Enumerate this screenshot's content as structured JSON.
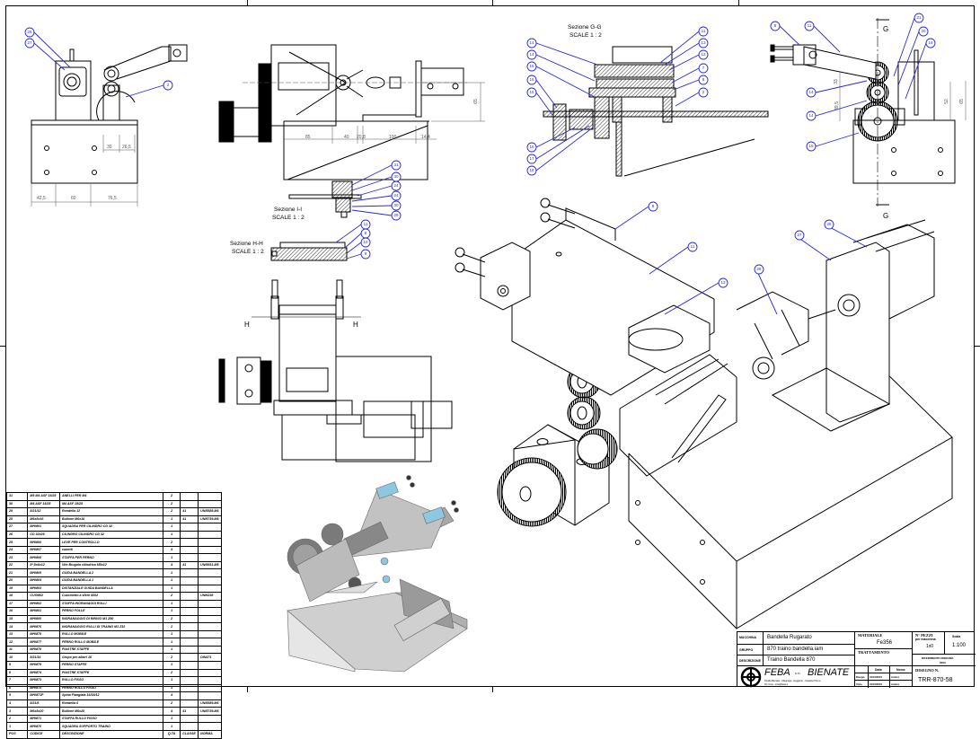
{
  "drawing": {
    "section_labels": {
      "g": {
        "title": "Sezione G-G",
        "scale": "SCALE 1 : 2"
      },
      "i": {
        "title": "Sezione I-I",
        "scale": "SCALE 1 : 2"
      },
      "h": {
        "title": "Sezione H-H",
        "scale": "SCALE 1 : 2"
      }
    },
    "cut_markers": {
      "g_top": "G",
      "g_bottom": "G",
      "h_left": "H",
      "h_right": "H"
    },
    "dimensions": {
      "front_view": [
        "42,5",
        "60",
        "76,5",
        "30",
        "26,5"
      ],
      "top_view": [
        "85",
        "40",
        "20,8",
        "100",
        "14,4",
        "65"
      ],
      "side_view": [
        "33",
        "39,5",
        "52",
        "65"
      ]
    },
    "balloons": {
      "front_view": [
        "26",
        "27",
        "2"
      ],
      "section_g": [
        "14",
        "14",
        "15",
        "15",
        "15",
        "16",
        "17",
        "18",
        "11",
        "13",
        "12",
        "7",
        "8",
        "2"
      ],
      "section_i": [
        "31",
        "30",
        "24",
        "24",
        "30",
        "29"
      ],
      "section_h": [
        "11",
        "8",
        "10",
        "9"
      ],
      "side_view": [
        "8",
        "11",
        "14",
        "14",
        "15",
        "21",
        "20",
        "19"
      ],
      "iso_view": [
        "8",
        "11",
        "13",
        "26",
        "27",
        "28"
      ]
    }
  },
  "bom": {
    "rows": [
      [
        "31",
        "M5 M4 ASF 15/25",
        "ANELLI PER M4",
        "2",
        "",
        ""
      ],
      [
        "30",
        "M4 ASF 15/25",
        "M4 ASF 15/25",
        "2",
        "",
        ""
      ],
      [
        "29",
        "8/21/12",
        "Rondella 12",
        "2",
        "41",
        "UNI5588-M6"
      ],
      [
        "28",
        "M6x8x16",
        "Bullone M6x16",
        "1",
        "41",
        "UNI5739-M6"
      ],
      [
        "27",
        "MHM01",
        "SQUADRA PER CILINDRO CD 32",
        "1",
        "",
        ""
      ],
      [
        "26",
        "CD 32x25",
        "CILINDRO CILINDRO CD 32",
        "1",
        "",
        ""
      ],
      [
        "25",
        "MHM00",
        "LEVE PER CONTROLLO",
        "2",
        "",
        ""
      ],
      [
        "24",
        "MHM07",
        "cubetti",
        "4",
        "",
        ""
      ],
      [
        "23",
        "MHM06",
        "STAFFA PER PERNO",
        "1",
        "",
        ""
      ],
      [
        "22",
        "5*,5x6x12",
        "Vite Brugola cilindrica M5x12",
        "4",
        "41",
        "UNI5931-M5"
      ],
      [
        "21",
        "MHM05",
        "GUIDA BANDELLA 2",
        "1",
        "",
        ""
      ],
      [
        "20",
        "MHM04",
        "GUIDA BANDELLA 1",
        "1",
        "",
        ""
      ],
      [
        "19",
        "MHM03",
        "DISTANZIALE GUIDA BANDELLA",
        "1",
        "",
        ""
      ],
      [
        "18",
        "CUSM02",
        "Cuscinetto a sfere 6002",
        "2",
        "",
        "UNI6238"
      ],
      [
        "17",
        "MHM02",
        "STAFFA INGRANAGGI RULLI",
        "1",
        "",
        ""
      ],
      [
        "16",
        "MHM01",
        "PERNO FOLLE",
        "1",
        "",
        ""
      ],
      [
        "15",
        "MHM00",
        "INGRANAGGIO DI RINVIO M1 Z90",
        "2",
        "",
        ""
      ],
      [
        "14",
        "MHM76",
        "INGRANAGGIO RULLI DI TRAINO M1 Z32",
        "2",
        "",
        ""
      ],
      [
        "13",
        "MHM75",
        "RULLO MOBILE",
        "1",
        "",
        ""
      ],
      [
        "12",
        "MHM77",
        "PERNO RULLO MOBILE",
        "1",
        "",
        ""
      ],
      [
        "11",
        "MHM78",
        "PIASTRE STAFFE",
        "1",
        "",
        ""
      ],
      [
        "10",
        "8/21/16",
        "Grupo per alberi 16",
        "2",
        "",
        "DIN471"
      ],
      [
        "9",
        "MHM79",
        "PERNO STAFFE",
        "1",
        "",
        ""
      ],
      [
        "8",
        "MHM74",
        "PIASTRE STAFFE",
        "2",
        "",
        ""
      ],
      [
        "7",
        "MHM73",
        "RULLO FISSO",
        "1",
        "",
        ""
      ],
      [
        "6",
        "MHM72",
        "PERNO RULLO FISSO",
        "1",
        "",
        ""
      ],
      [
        "5",
        "MHM71P",
        "Spina Flangiata 16/18/12",
        "4",
        "",
        ""
      ],
      [
        "4",
        "8/21/6",
        "Rondella 6",
        "2",
        "",
        "UNI5589-M6"
      ],
      [
        "3",
        "M6x8x20",
        "Bullone M6x20",
        "4",
        "41",
        "UNI5739-M6"
      ],
      [
        "2",
        "MHM71",
        "STAFFA RULLO FISSO",
        "1",
        "",
        ""
      ],
      [
        "1",
        "MHM70",
        "SQUADRA SUPPORTO TRAINO",
        "1",
        "",
        ""
      ]
    ],
    "header": [
      "POS",
      "CODICE",
      "DESCRIZIONE",
      "Q.TA",
      "CLASSE",
      "NORMA"
    ]
  },
  "title_block": {
    "rows": [
      {
        "label": "MACCHINA",
        "value": "Bandella Rugarato"
      },
      {
        "label": "GRUPPO",
        "value": "870 traino bandella.iam"
      },
      {
        "label": "DESCRIZIONE",
        "value": "Traino Bandella 870"
      }
    ],
    "company": {
      "name": "FEBA",
      "suffix": "s.r.l.",
      "city": "BIENATE",
      "address_line1": "Strada Bienate - Magnago, Cuggiono - Castano Primo",
      "address_line2": "Tel / Fax - info@feba.it"
    },
    "material_label": "MATERIALE",
    "material_value": "Fe356",
    "treatment_label": "TRATTAMENTO",
    "approval": {
      "col_date": "Data",
      "col_name": "Nome",
      "row_drawn": "Disegn.",
      "row_checked": "Visto",
      "drawn_date": "01/01/2015",
      "drawn_name": "Autore",
      "checked_date": "01/01/2015",
      "checked_name": "Autore"
    },
    "pieces_label": "N° PEZZI",
    "pieces_sub": "per macchina",
    "pieces_value": "1x0",
    "scale_label": "Scala",
    "scale_value": "1:100",
    "tolerance_label": "RIFERIMENTO DISEGNO",
    "tolerance_value": "0000",
    "drawing_number_label": "DISEGNO N.",
    "drawing_number": "TRR-870-58"
  },
  "colors": {
    "balloon": "#2b2bd0",
    "line": "#000000",
    "render_grey": "#b8b8b8",
    "render_blue": "#8ec8e0"
  }
}
